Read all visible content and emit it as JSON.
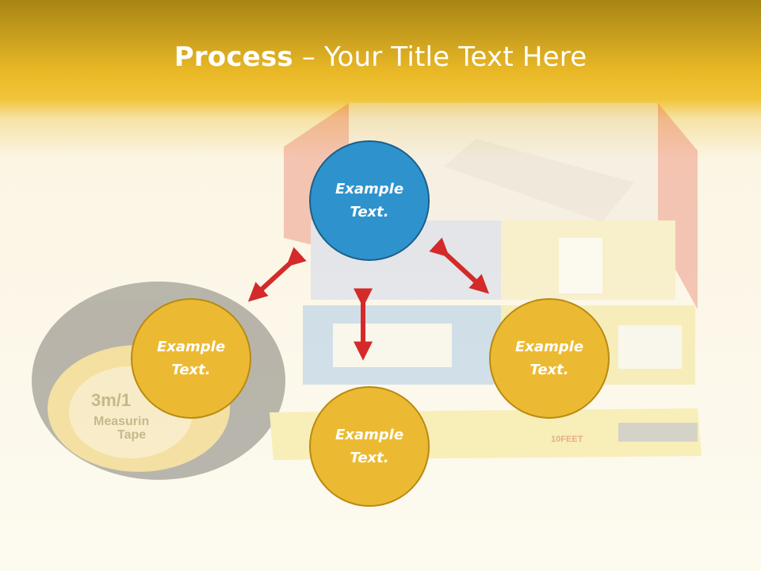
{
  "title": {
    "bold": "Process",
    "rest": " – Your Title Text Here"
  },
  "nodes": {
    "top": {
      "line1": "Example",
      "line2": "Text."
    },
    "left": {
      "line1": "Example",
      "line2": "Text."
    },
    "right": {
      "line1": "Example",
      "line2": "Text."
    },
    "bottom": {
      "line1": "Example",
      "line2": "Text."
    }
  },
  "background": {
    "tape_label_line1": "3m/1",
    "tape_label_line2": "Measurin",
    "tape_label_line3": "Tape",
    "ruler_text": "10FEET"
  },
  "colors": {
    "header": "#e9b826",
    "blue_node": "#2e93cd",
    "gold_node": "#ecba32",
    "arrow": "#d42a2a"
  }
}
